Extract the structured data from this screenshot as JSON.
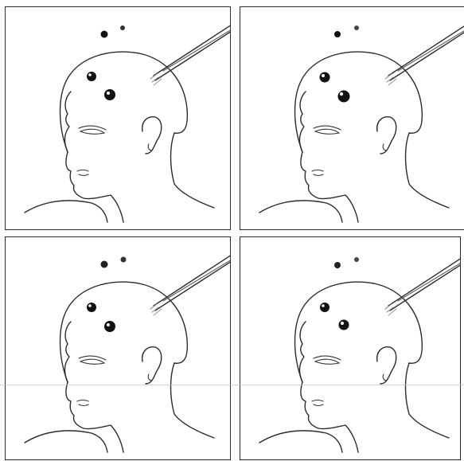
{
  "panels": [
    {
      "id": "panel-1",
      "large_spheres": 2,
      "small_spheres": 2
    },
    {
      "id": "panel-2",
      "large_spheres": 2,
      "small_spheres": 2
    },
    {
      "id": "panel-3",
      "large_spheres": 2,
      "small_spheres": 2
    },
    {
      "id": "panel-4",
      "large_spheres": 2,
      "small_spheres": 2
    }
  ],
  "colors": {
    "line": "#2b2b2b",
    "background": "#ffffff",
    "sphere": "#111111"
  },
  "icons": [
    "head-outline-icon",
    "probe-icon",
    "sphere-icon"
  ]
}
